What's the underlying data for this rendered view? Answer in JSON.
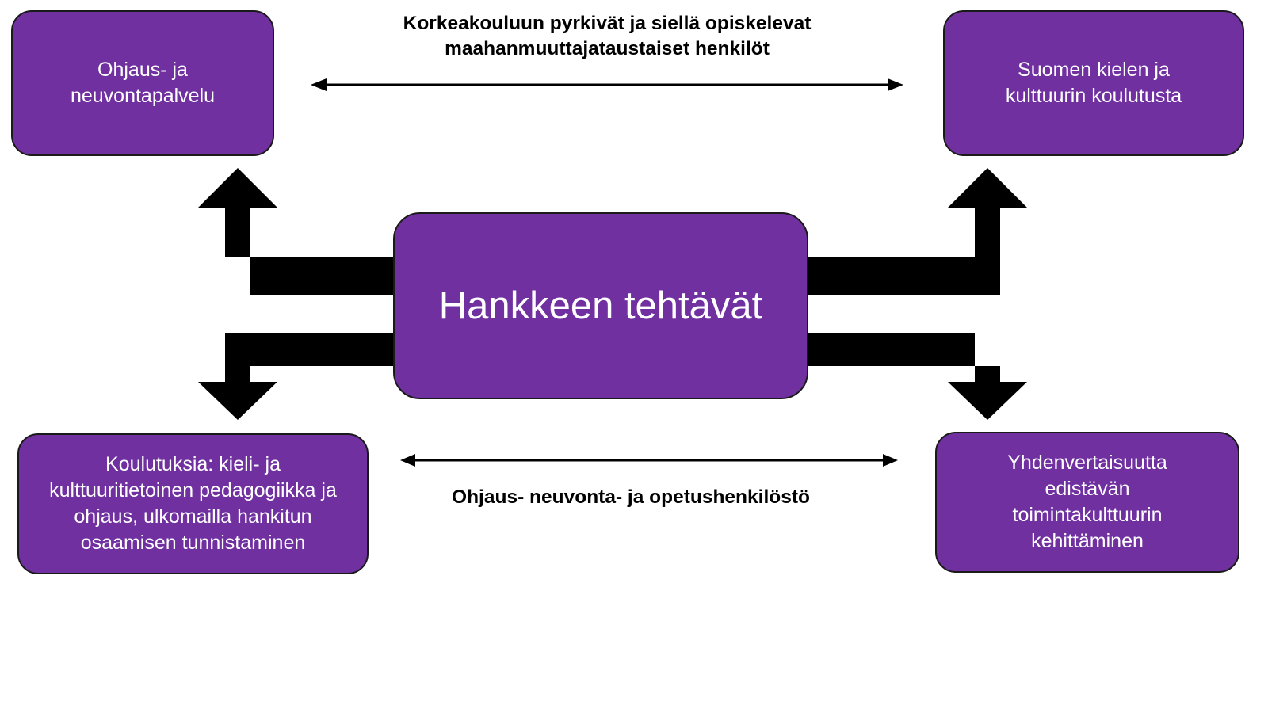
{
  "diagram": {
    "title_top": "Korkeakouluun pyrkivät ja siellä opiskelevat\nmaahanmuuttajataustaiset henkilöt",
    "title_bottom": "Ohjaus- neuvonta- ja opetushenkilöstö",
    "colors": {
      "node_fill": "#7030A0",
      "node_border": "#1a1a1a",
      "node_text": "#ffffff",
      "arrow": "#000000",
      "caption_text": "#000000",
      "background": "#ffffff"
    },
    "center": {
      "label": "Hankkeen tehtävät"
    },
    "nodes": [
      {
        "id": "top-left",
        "label": "Ohjaus- ja\nneuvontapalvelu"
      },
      {
        "id": "top-right",
        "label": "Suomen kielen ja\nkulttuurin koulutusta"
      },
      {
        "id": "bottom-left",
        "label": "Koulutuksia: kieli- ja\nkulttuuritietoinen pedagogiikka ja\nohjaus, ulkomailla hankitun\nosaamisen tunnistaminen"
      },
      {
        "id": "bottom-right",
        "label": "Yhdenvertaisuutta\nedistävän\ntoimintakulttuurin\nkehittäminen"
      }
    ],
    "connectors": [
      {
        "id": "elbow-top-left",
        "kind": "elbow-arrow",
        "from": "center",
        "to": "top-left",
        "direction": "up"
      },
      {
        "id": "elbow-top-right",
        "kind": "elbow-arrow",
        "from": "center",
        "to": "top-right",
        "direction": "up"
      },
      {
        "id": "elbow-bottom-left",
        "kind": "elbow-arrow",
        "from": "center",
        "to": "bottom-left",
        "direction": "down"
      },
      {
        "id": "elbow-bottom-right",
        "kind": "elbow-arrow",
        "from": "center",
        "to": "bottom-right",
        "direction": "down"
      },
      {
        "id": "thin-arrow-top",
        "kind": "double-headed-arrow",
        "from": "top-left",
        "to": "top-right"
      },
      {
        "id": "thin-arrow-bottom",
        "kind": "double-headed-arrow",
        "from": "bottom-left",
        "to": "bottom-right"
      }
    ]
  }
}
